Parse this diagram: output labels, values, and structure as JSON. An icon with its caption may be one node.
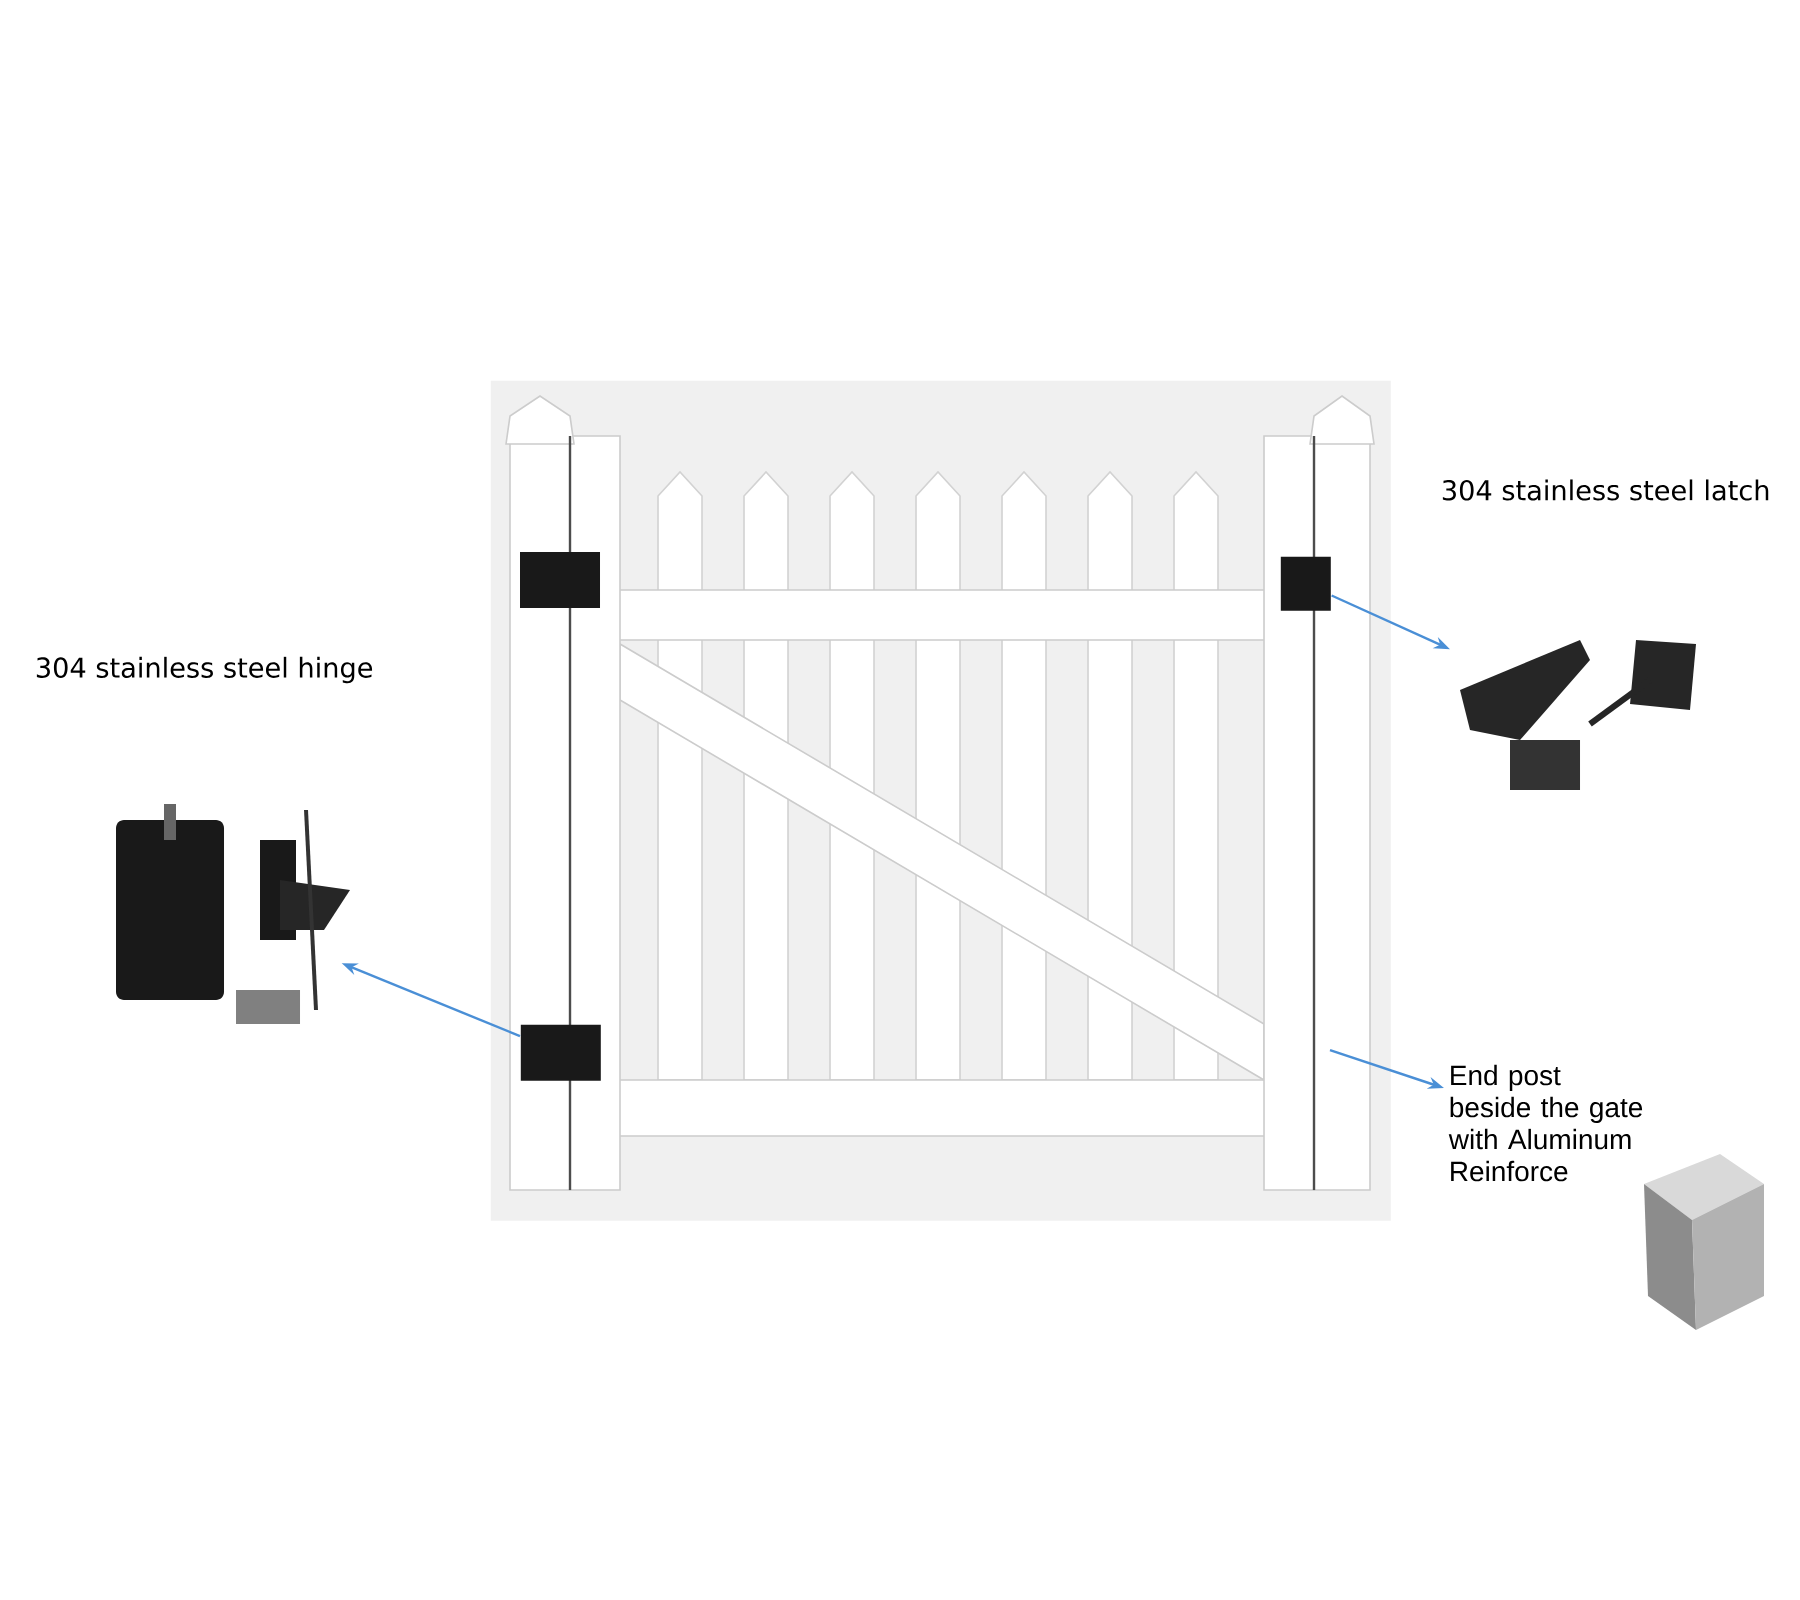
{
  "diagram": {
    "nodes": [
      {
        "text": [],
        "shape": "picture"
      },
      {
        "text": [],
        "shape": "box",
        "in": 0
      },
      {
        "text": [],
        "shape": "box",
        "in": 0
      },
      {
        "text": [],
        "shape": "picture"
      },
      {
        "text": [],
        "shape": "picture"
      },
      {
        "text": [
          "End post beside the gate with Aluminum Reinforce"
        ]
      }
    ],
    "edges": [
      {
        "from": 1,
        "to": 3,
        "arrow": "to"
      },
      {
        "from": 2,
        "to": 4,
        "arrow": "to"
      },
      {
        "from": null,
        "to": 5,
        "arrow": "to"
      }
    ],
    "labels": [
      "304 stainless steel latch",
      "304 stainless steel hinge"
    ]
  }
}
